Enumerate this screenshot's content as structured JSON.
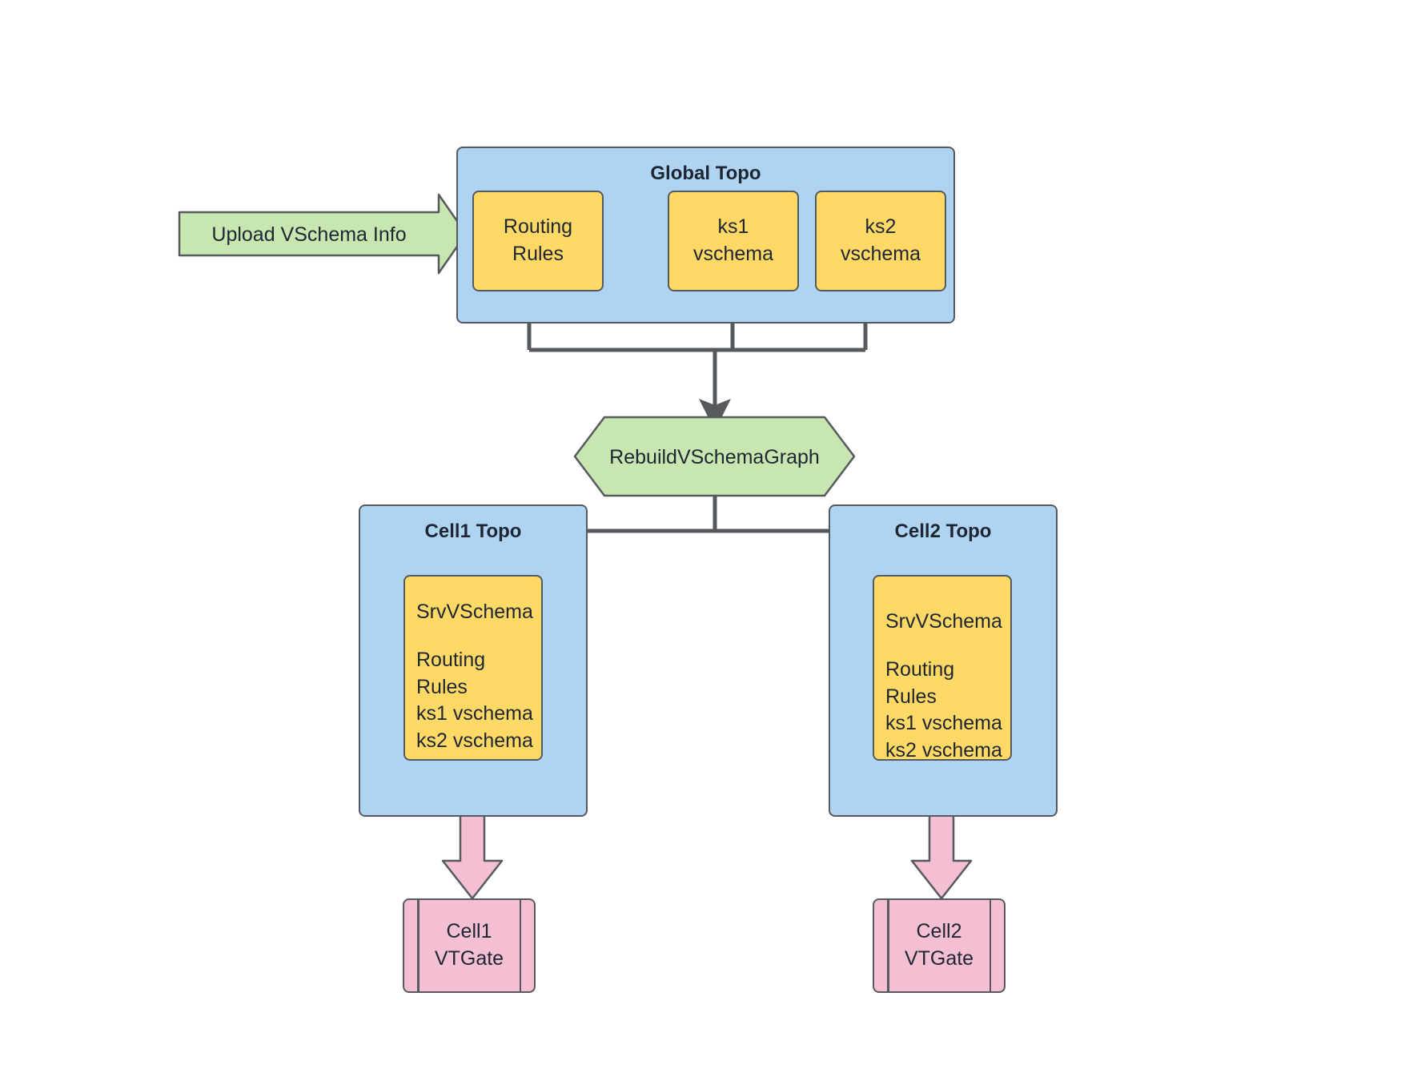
{
  "diagram": {
    "title": "VSchema rebuild topology flow",
    "colors": {
      "topo_fill": "#aed4f2",
      "schema_fill": "#ffd966",
      "process_fill": "#c8e6af",
      "vtgate_fill": "#f4bfd3",
      "stroke": "#56595e",
      "text": "#1f2633"
    }
  },
  "global_topo": {
    "title": "Global Topo",
    "items": [
      {
        "label_line1": "Routing",
        "label_line2": "Rules"
      },
      {
        "label_line1": "ks1",
        "label_line2": "vschema"
      },
      {
        "label_line1": "ks2",
        "label_line2": "vschema"
      }
    ]
  },
  "upload_arrow": {
    "label": "Upload VSchema Info"
  },
  "process": {
    "label": "RebuildVSchemaGraph"
  },
  "cells": [
    {
      "topo_title": "Cell1 Topo",
      "srv_title": "SrvVSchema",
      "srv_lines": [
        "Routing Rules",
        "ks1 vschema",
        "ks2 vschema"
      ],
      "vtgate_line1": "Cell1",
      "vtgate_line2": "VTGate"
    },
    {
      "topo_title": "Cell2 Topo",
      "srv_title": "SrvVSchema",
      "srv_lines": [
        "Routing Rules",
        "ks1 vschema",
        "ks2 vschema"
      ],
      "vtgate_line1": "Cell2",
      "vtgate_line2": "VTGate"
    }
  ]
}
